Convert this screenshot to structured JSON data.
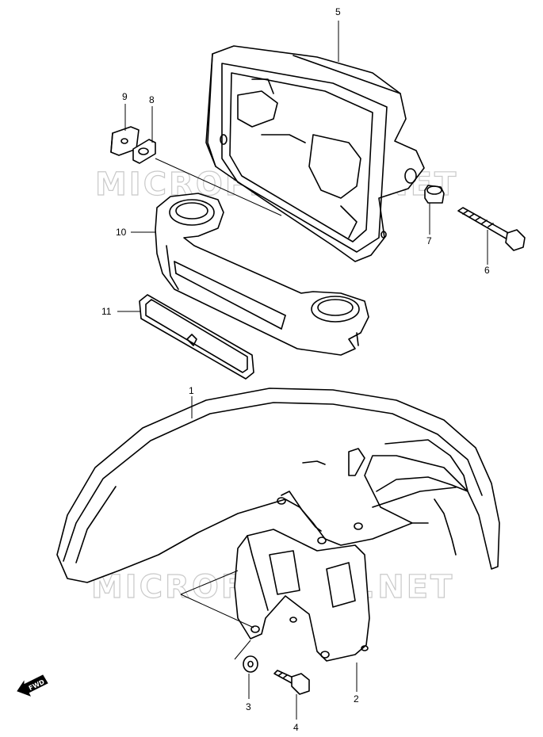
{
  "watermark": "MICROFICHES.NET",
  "fwd_label": "FWD",
  "parts": [
    {
      "id": "part-5",
      "label": "5"
    },
    {
      "id": "part-9",
      "label": "9"
    },
    {
      "id": "part-8",
      "label": "8"
    },
    {
      "id": "part-10",
      "label": "10"
    },
    {
      "id": "part-7",
      "label": "7"
    },
    {
      "id": "part-6",
      "label": "6"
    },
    {
      "id": "part-11",
      "label": "11"
    },
    {
      "id": "part-1",
      "label": "1"
    },
    {
      "id": "part-3",
      "label": "3"
    },
    {
      "id": "part-2",
      "label": "2"
    },
    {
      "id": "part-4",
      "label": "4"
    }
  ]
}
